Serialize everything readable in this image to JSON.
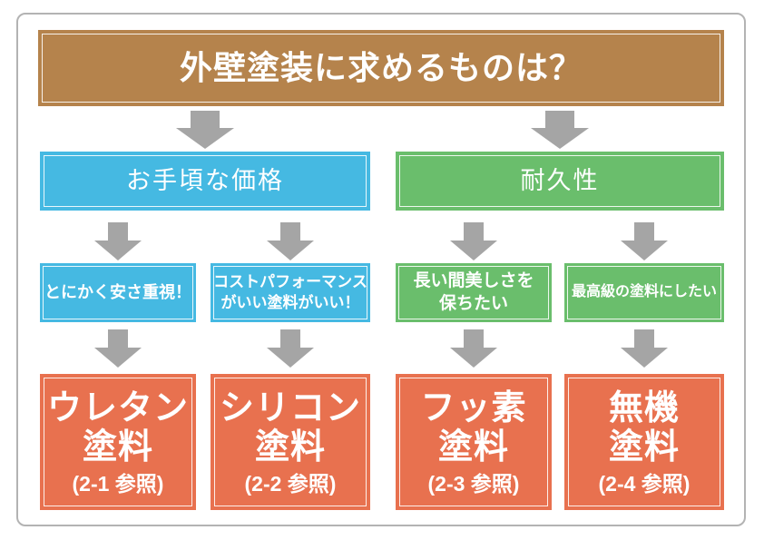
{
  "title": "外壁塗装に求めるものは？",
  "colors": {
    "header_brown": "#b5834c",
    "price_blue": "#45b9e2",
    "durability_green": "#6abe6c",
    "paint_orange": "#e8714f",
    "arrow_gray": "#a5a5a5",
    "frame_border": "#b3b3b3",
    "text_white": "#ffffff"
  },
  "branches": [
    {
      "label": "お手頃な価格",
      "options": [
        {
          "need": [
            "とにかく安さ重視！"
          ],
          "paint": [
            "ウレタン",
            "塗料"
          ],
          "ref": "(2-1 参照)"
        },
        {
          "need": [
            "コストパフォーマンス",
            "がいい塗料がいい！"
          ],
          "paint": [
            "シリコン",
            "塗料"
          ],
          "ref": "(2-2 参照)"
        }
      ]
    },
    {
      "label": "耐久性",
      "options": [
        {
          "need": [
            "長い間美しさを",
            "保ちたい"
          ],
          "paint": [
            "フッ素",
            "塗料"
          ],
          "ref": "(2-3 参照)"
        },
        {
          "need": [
            "最高級の塗料にしたい"
          ],
          "paint": [
            "無機",
            "塗料"
          ],
          "ref": "(2-4 参照)"
        }
      ]
    }
  ]
}
